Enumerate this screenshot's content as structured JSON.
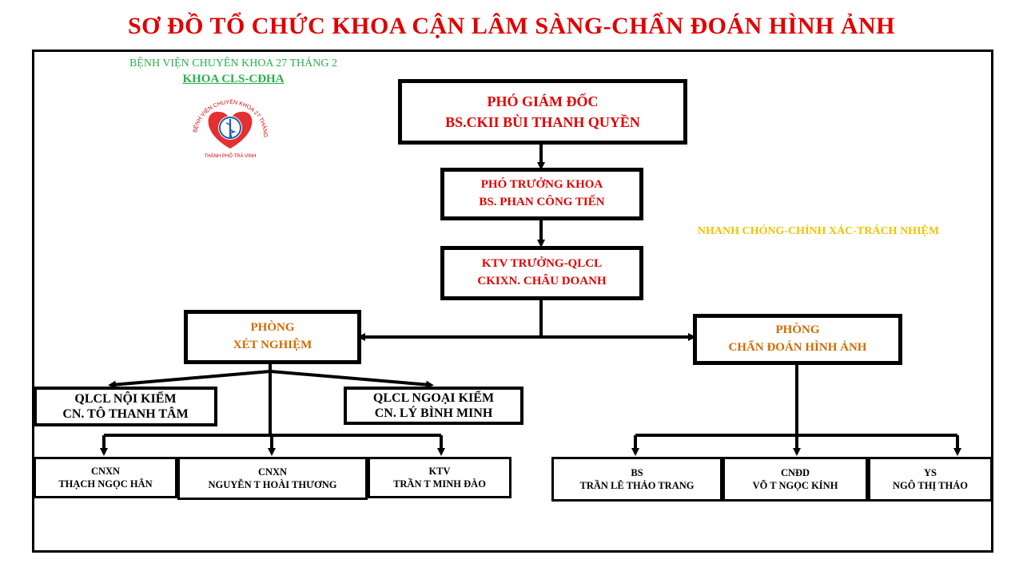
{
  "title": "SƠ ĐỒ TỔ CHỨC KHOA CẬN LÂM SÀNG-CHẨN ĐOÁN HÌNH ẢNH",
  "header": {
    "hospital": "BỆNH VIỆN CHUYÊN KHOA 27 THÁNG 2",
    "department": "KHOA CLS-CĐHA"
  },
  "logo": {
    "ring_text": "BỆNH VIỆN CHUYÊN KHOA 27 THÁNG 2",
    "bottom_text": "THÀNH PHỐ TRÀ VINH"
  },
  "slogan": "NHANH CHÓNG-CHÍNH XÁC-TRÁCH NHIỆM",
  "org": {
    "deputy_director": {
      "role": "PHÓ GIÁM ĐỐC",
      "name": "BS.CKII BÙI THANH QUYỀN"
    },
    "deputy_head": {
      "role": "PHÓ TRƯỞNG KHOA",
      "name": "BS. PHAN CÔNG TIẾN"
    },
    "ktv_head": {
      "role": "KTV TRƯỞNG-QLCL",
      "name": "CKIXN. CHÂU DOANH"
    },
    "lab": {
      "line1": "PHÒNG",
      "line2": "XÉT NGHIỆM"
    },
    "imaging": {
      "line1": "PHÒNG",
      "line2": "CHẨN ĐOÁN HÌNH ẢNH"
    },
    "qc_internal": {
      "role": "QLCL NỘI KIỂM",
      "name": "CN. TÔ THANH TÂM"
    },
    "qc_external": {
      "role": "QLCL NGOẠI KIỂM",
      "name": "CN. LÝ BÌNH MINH"
    },
    "lab_staff": [
      {
        "title": "CNXN",
        "name": "THẠCH NGỌC HÂN"
      },
      {
        "title": "CNXN",
        "name": "NGUYỄN T HOÀI THƯƠNG"
      },
      {
        "title": "KTV",
        "name": "TRẦN T MINH ĐÀO"
      }
    ],
    "imaging_staff": [
      {
        "title": "BS",
        "name": "TRẦN LÊ THẢO TRANG"
      },
      {
        "title": "CNĐD",
        "name": "VÕ T NGỌC KÍNH"
      },
      {
        "title": "YS",
        "name": "NGÔ THỊ THẢO"
      }
    ]
  }
}
